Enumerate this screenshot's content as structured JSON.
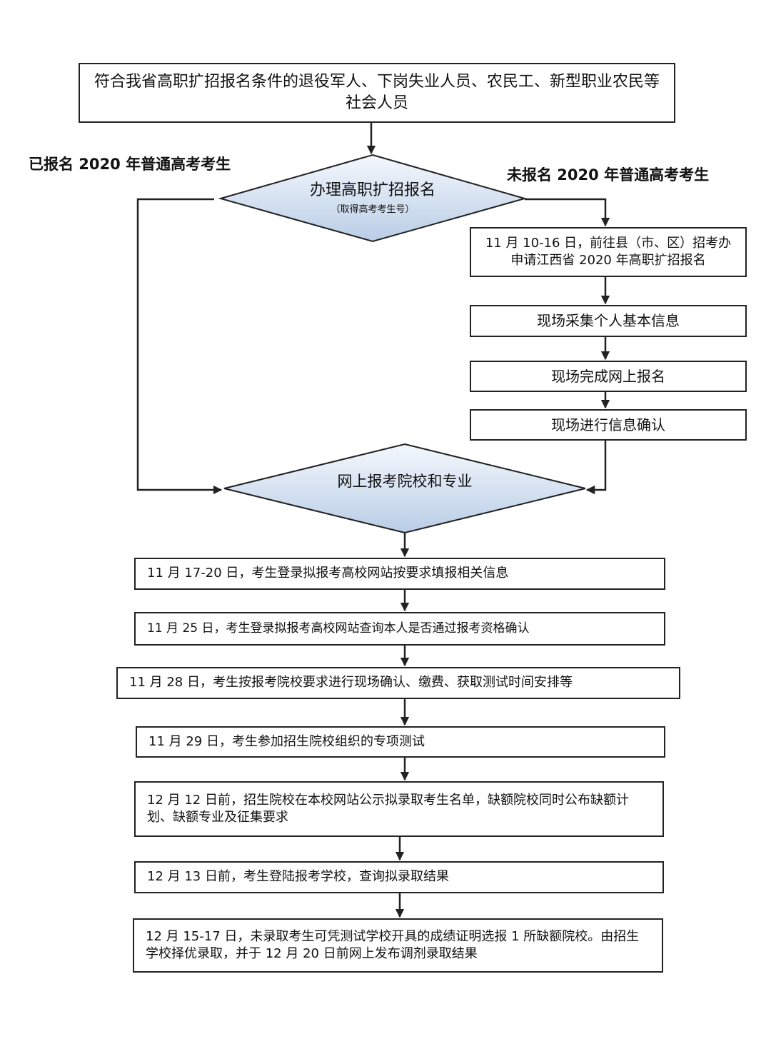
{
  "top_box": "符合我省高职扩招报名条件的退役军人、下岗失业人员、农民工、新型职业农民等社会人员",
  "branch_left": "已报名 2020 年普通高考考生",
  "branch_right": "未报名 2020 年普通高考考生",
  "decision1": {
    "title": "办理高职扩招报名",
    "subtitle": "（取得高考考生号）"
  },
  "right_steps": [
    "11 月 10-16 日，前往县（市、区）招考办申请江西省 2020 年高职扩招报名",
    "现场采集个人基本信息",
    "现场完成网上报名",
    "现场进行信息确认"
  ],
  "decision2": "网上报考院校和专业",
  "bottom_steps": [
    "11 月 17-20 日，考生登录拟报考高校网站按要求填报相关信息",
    "11 月 25 日，考生登录拟报考高校网站查询本人是否通过报考资格确认",
    "11 月 28 日，考生按报考院校要求进行现场确认、缴费、获取测试时间安排等",
    "11 月 29 日，考生参加招生院校组织的专项测试",
    "12 月 12 日前，招生院校在本校网站公示拟录取考生名单，缺额院校同时公布缺额计划、缺额专业及征集要求",
    "12 月 13 日前，考生登陆报考学校，查询拟录取结果",
    "12 月 15-17 日，未录取考生可凭测试学校开具的成绩证明选报 1 所缺额院校。由招生学校择优录取，并于 12 月 20 日前网上发布调剂录取结果"
  ],
  "colors": {
    "line": "#222222",
    "diamond_top": "#f4f8fd",
    "diamond_bottom": "#b9cde6"
  }
}
